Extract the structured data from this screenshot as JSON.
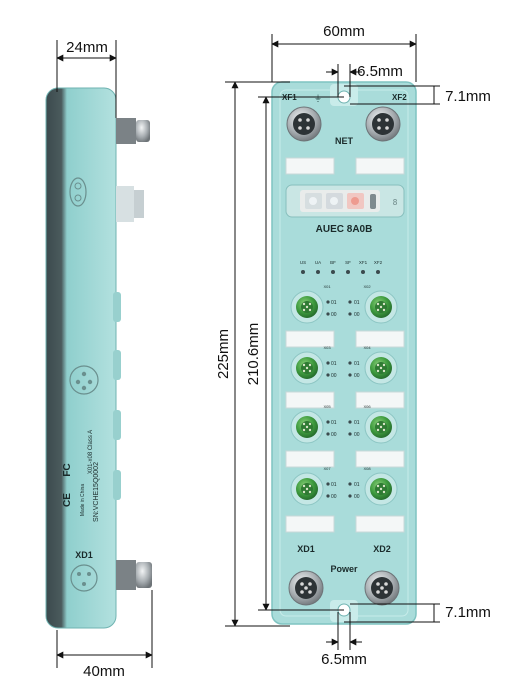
{
  "dimensions": {
    "side_depth_top": "24mm",
    "side_depth_bottom": "40mm",
    "front_width": "60mm",
    "total_height": "225mm",
    "hole_spacing": "210.6mm",
    "top_hole_offset": "6.5mm",
    "top_edge_offset": "7.1mm",
    "bottom_edge_offset": "7.1mm",
    "bottom_hole_offset": "6.5mm"
  },
  "front_panel": {
    "port_xf1": "XF1",
    "port_xf2": "XF2",
    "net_label": "NET",
    "model": "AUEC 8A0B",
    "display_digit": "8",
    "led_labels": [
      "US",
      "UA",
      "BF",
      "SF",
      "XF1",
      "XF2"
    ],
    "ports": [
      "X01",
      "X02",
      "X03",
      "X04",
      "X05",
      "X06",
      "X07",
      "X08"
    ],
    "channel_pin_a": "01",
    "channel_pin_b": "00",
    "power_port_left": "XD1",
    "power_port_right": "XD2",
    "power_label": "Power"
  },
  "side_panel": {
    "port_label": "XD1",
    "class_text": "X01-x08\nClass A",
    "serial_text": "SN:VCHE15Q0002",
    "made_in": "Made in China",
    "ce_mark": "CE",
    "fc_mark": "FC"
  },
  "colors": {
    "housing": "#a7dbd9",
    "housing_edge": "#7fc3c1",
    "port_green": "#3f9c3f",
    "metal": "#9aa0a4",
    "dark_strip": "#2f3d40"
  }
}
